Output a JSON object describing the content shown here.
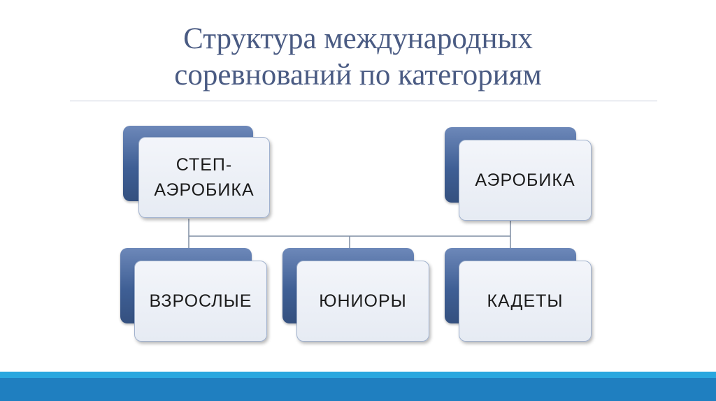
{
  "slide": {
    "title_line1": "Структура международных",
    "title_line2": "соревнований по категориям"
  },
  "diagram": {
    "nodes": {
      "step_aerobics": "СТЕП-\nАЭРОБИКА",
      "aerobics": "АЭРОБИКА",
      "adults": "ВЗРОСЛЫЕ",
      "juniors": "ЮНИОРЫ",
      "cadets": "КАДЕТЫ"
    }
  },
  "colors": {
    "title": "#4a5b83",
    "node_back": "#3f5f95",
    "node_front": "#e9edf4",
    "footer_light": "#29a7df",
    "footer_dark": "#1f7fc0"
  }
}
